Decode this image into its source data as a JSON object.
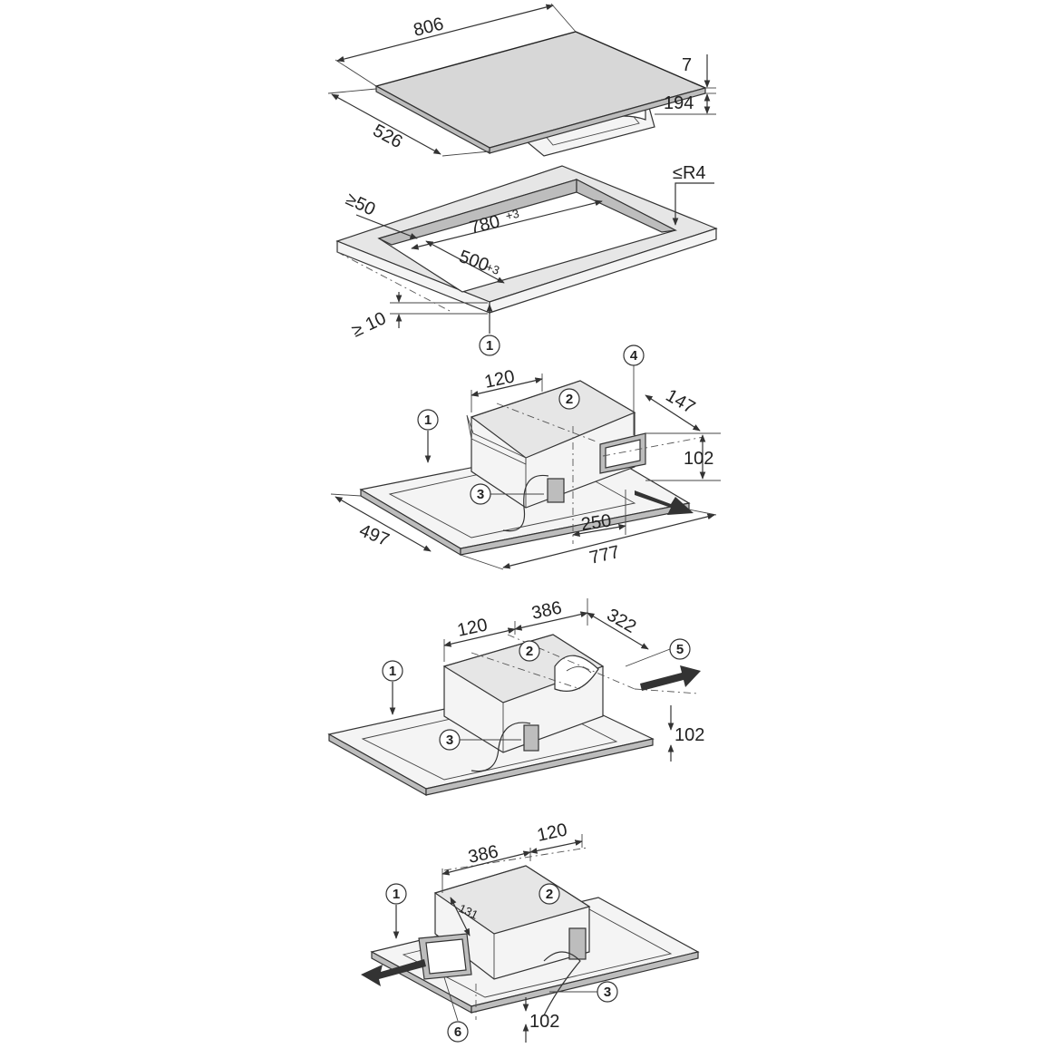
{
  "diagram_1_hob": {
    "dim_width": "806",
    "dim_depth": "526",
    "dim_glass_thickness": "7",
    "dim_height": "194"
  },
  "diagram_2_cutout": {
    "dim_edge_min": "≥50",
    "dim_cut_width": "780",
    "dim_cut_width_tol": "+3",
    "dim_cut_depth": "500",
    "dim_cut_depth_tol": "+3",
    "dim_radius": "≤R4",
    "dim_worktop_min": "≥ 10",
    "callout_1": "1"
  },
  "diagram_3_duct_side": {
    "dim_120": "120",
    "dim_147": "147",
    "dim_102": "102",
    "dim_250": "250",
    "dim_497": "497",
    "dim_777": "777",
    "callout_1": "1",
    "callout_2": "2",
    "callout_3": "3",
    "callout_4": "4"
  },
  "diagram_4_duct_rear": {
    "dim_120": "120",
    "dim_386": "386",
    "dim_322": "322",
    "dim_102": "102",
    "callout_1": "1",
    "callout_2": "2",
    "callout_3": "3",
    "callout_5": "5"
  },
  "diagram_5_duct_front": {
    "dim_386": "386",
    "dim_120": "120",
    "dim_131": "131",
    "dim_102": "102",
    "callout_1": "1",
    "callout_2": "2",
    "callout_3": "3",
    "callout_6": "6"
  },
  "colors": {
    "line": "#333333",
    "glass": "#d7d7d7",
    "background": "#ffffff"
  }
}
